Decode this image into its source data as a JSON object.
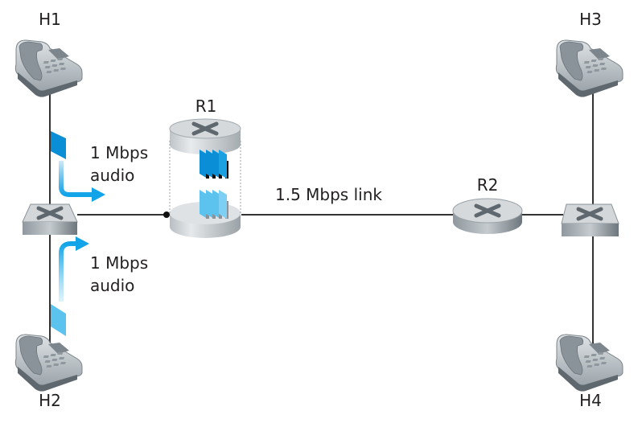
{
  "diagram": {
    "type": "network-topology",
    "hosts": [
      {
        "id": "H1",
        "label": "H1",
        "device": "telephone"
      },
      {
        "id": "H2",
        "label": "H2",
        "device": "telephone"
      },
      {
        "id": "H3",
        "label": "H3",
        "device": "telephone"
      },
      {
        "id": "H4",
        "label": "H4",
        "device": "telephone"
      }
    ],
    "routers": [
      {
        "id": "R1",
        "label": "R1",
        "note": "router with output queue"
      },
      {
        "id": "R2",
        "label": "R2"
      }
    ],
    "switches": [
      {
        "id": "S-left",
        "connects": [
          "H1",
          "H2",
          "R1"
        ]
      },
      {
        "id": "S-right",
        "connects": [
          "H3",
          "H4",
          "R2"
        ]
      }
    ],
    "links": [
      {
        "from": "R1",
        "to": "R2",
        "label": "1.5 Mbps link"
      }
    ],
    "flows": [
      {
        "from": "H1",
        "label_line1": "1 Mbps",
        "label_line2": "audio"
      },
      {
        "from": "H2",
        "label_line1": "1 Mbps",
        "label_line2": "audio"
      }
    ],
    "colors": {
      "flow_h1": "#0a8fd6",
      "flow_h2": "#5cc3ef",
      "link": "#333333",
      "device_gray": "#c9cdd0"
    }
  }
}
